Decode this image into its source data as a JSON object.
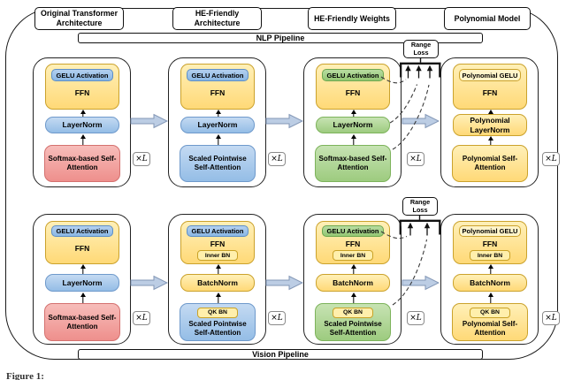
{
  "stage_headers": [
    "Original Transformer Architecture",
    "HE-Friendly Architecture",
    "HE-Friendly Weights",
    "Polynomial Model"
  ],
  "pipelines": {
    "nlp": "NLP Pipeline",
    "vision": "Vision Pipeline"
  },
  "labels": {
    "range_loss": "Range Loss",
    "repeat": "×L"
  },
  "caption": {
    "visible_fragment": "Figure 1:"
  },
  "colors": {
    "yellow_fill": "#FFDF86",
    "yellow_border": "#CBA22C",
    "blue_fill": "#A6C7EB",
    "blue_border": "#6E99CB",
    "red_fill": "#F4A19E",
    "red_border": "#D4716F",
    "green_fill": "#ABD391",
    "green_border": "#7DB35B",
    "pale_yellow_fill": "#FFF4C9",
    "flow_arrow_fill": "#BCCDE4",
    "flow_arrow_border": "#8296B5"
  },
  "blocks": {
    "nlp": [
      {
        "activation": "GELU Activation",
        "ffn": "FFN",
        "norm": "LayerNorm",
        "attention": "Softmax-based Self-Attention"
      },
      {
        "activation": "GELU Activation",
        "ffn": "FFN",
        "norm": "LayerNorm",
        "attention": "Scaled Pointwise Self-Attention"
      },
      {
        "activation": "GELU Activation",
        "ffn": "FFN",
        "norm": "LayerNorm",
        "attention": "Softmax-based Self-Attention"
      },
      {
        "activation": "Polynomial GELU",
        "ffn": "FFN",
        "norm": "Polynomial LayerNorm",
        "attention": "Polynomial Self-Attention"
      }
    ],
    "vision": [
      {
        "activation": "GELU Activation",
        "ffn": "FFN",
        "norm": "LayerNorm",
        "attention": "Softmax-based Self-Attention"
      },
      {
        "activation": "GELU Activation",
        "ffn": "FFN",
        "inner_bn": "Inner BN",
        "norm": "BatchNorm",
        "attention": "Scaled Pointwise Self-Attention",
        "qk_bn": "QK BN"
      },
      {
        "activation": "GELU Activation",
        "ffn": "FFN",
        "inner_bn": "Inner BN",
        "norm": "BatchNorm",
        "attention": "Scaled Pointwise Self-Attention",
        "qk_bn": "QK BN"
      },
      {
        "activation": "Polynomial GELU",
        "ffn": "FFN",
        "inner_bn": "Inner BN",
        "norm": "BatchNorm",
        "attention": "Polynomial Self-Attention",
        "qk_bn": "QK BN"
      }
    ]
  }
}
